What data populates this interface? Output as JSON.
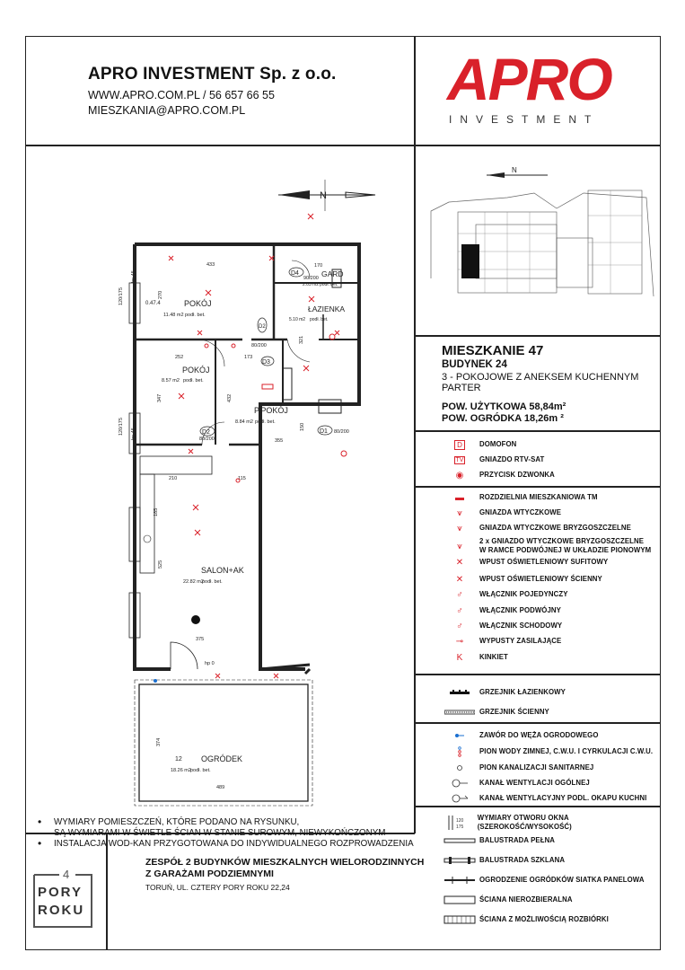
{
  "header": {
    "company": "APRO INVESTMENT Sp. z o.o.",
    "web_phone": "WWW.APRO.COM.PL / 56 657 66 55",
    "email": "MIESZKANIA@APRO.COM.PL"
  },
  "logo": {
    "word": "APRO",
    "sub": "INVESTMENT",
    "color": "#d9212a"
  },
  "apartment": {
    "title": "MIESZKANIE 47",
    "building": "BUDYNEK 24",
    "type": "3 - POKOJOWE Z ANEKSEM KUCHENNYM",
    "floor": "PARTER",
    "usable_area": "POW. UŻYTKOWA 58,84m²",
    "garden_area": "POW. OGRÓDKA 18,26m ²"
  },
  "legend": {
    "group1": [
      {
        "icon": "domofon-icon",
        "symbol": "D",
        "label": "DOMOFON"
      },
      {
        "icon": "tv-socket-icon",
        "symbol": "TV",
        "label": "GNIAZDO RTV-SAT"
      },
      {
        "icon": "doorbell-icon",
        "symbol": "◉",
        "label": "PRZYCISK DZWONKA"
      }
    ],
    "group2": [
      {
        "icon": "distribution-board-icon",
        "symbol": "▬",
        "label": "ROZDZIELNIA MIESZKANIOWA TM"
      },
      {
        "icon": "socket-icon",
        "symbol": "⩛",
        "label": "GNIAZDA WTYCZKOWE"
      },
      {
        "icon": "splashproof-socket-icon",
        "symbol": "⩛",
        "label": "GNIAZDA WTYCZKOWE BRYZGOSZCZELNE"
      },
      {
        "icon": "double-socket-icon",
        "symbol": "⩛",
        "label": "2 x GNIAZDO WTYCZKOWE BRYZGOSZCZELNE"
      },
      {
        "icon": "ceiling-light-icon",
        "symbol": "✕",
        "label": "WPUST OŚWIETLENIOWY SUFITOWY"
      },
      {
        "icon": "wall-light-icon",
        "symbol": "✕",
        "label": "WPUST OŚWIETLENIOWY ŚCIENNY"
      },
      {
        "icon": "single-switch-icon",
        "symbol": "♂",
        "label": "WŁĄCZNIK POJEDYNCZY"
      },
      {
        "icon": "double-switch-icon",
        "symbol": "♂",
        "label": "WŁĄCZNIK PODWÓJNY"
      },
      {
        "icon": "stair-switch-icon",
        "symbol": "♂",
        "label": "WŁĄCZNIK SCHODOWY"
      },
      {
        "icon": "power-outlet-icon",
        "symbol": "⊸",
        "label": "WYPUSTY ZASILAJĄCE"
      },
      {
        "icon": "kinkiet-icon",
        "symbol": "K",
        "label": "KINKIET"
      }
    ],
    "double_socket_line2": "W RAMCE PODWÓJNEJ W UKŁADZIE PIONOWYM",
    "group3": [
      {
        "icon": "bathroom-radiator-icon",
        "label": "GRZEJNIK ŁAZIENKOWY"
      },
      {
        "icon": "wall-radiator-icon",
        "label": "GRZEJNIK ŚCIENNY"
      }
    ],
    "group4": [
      {
        "icon": "garden-valve-icon",
        "label": "ZAWÓR DO WĘŻA OGRODOWEGO"
      },
      {
        "icon": "water-riser-icon",
        "label": "PION WODY ZIMNEJ, C.W.U. I CYRKULACJI C.W.U."
      },
      {
        "icon": "sewer-riser-icon",
        "label": "PION KANALIZACJI SANITARNEJ"
      },
      {
        "icon": "vent-icon",
        "label": "KANAŁ WENTYLACJI OGÓLNEJ"
      },
      {
        "icon": "hood-vent-icon",
        "label": "KANAŁ WENTYLACYJNY PODL. OKAPU KUCHNI"
      }
    ],
    "group5": [
      {
        "icon": "window-dim-icon",
        "label": "WYMIARY OTWORU OKNA (SZEROKOŚĆ/WYSOKOŚĆ)"
      },
      {
        "icon": "solid-balustrade-icon",
        "label": "BALUSTRADA PEŁNA"
      },
      {
        "icon": "glass-balustrade-icon",
        "label": "BALUSTRADA SZKLANA"
      },
      {
        "icon": "garden-fence-icon",
        "label": "OGRODZENIE OGRÓDKÓW SIATKA PANELOWA"
      },
      {
        "icon": "load-wall-icon",
        "label": "ŚCIANA NIEROZBIERALNA"
      },
      {
        "icon": "removable-wall-icon",
        "label": "ŚCIANA Z MOŻLIWOŚCIĄ ROZBIÓRKI"
      }
    ]
  },
  "notes": [
    "WYMIARY POMIESZCZEŃ, KTÓRE PODANO NA RYSUNKU,",
    "SĄ WYMIARAMI W ŚWIETLE ŚCIAN W STANIE SUROWYM, NIEWYKOŃCZONYM",
    "INSTALACJA WOD-KAN PRZYGOTOWANA DO INDYWIDUALNEGO ROZPROWADZENIA"
  ],
  "project": {
    "title_line1": "ZESPÓŁ 2 BUDYNKÓW MIESZKALNYCH WIELORODZINNYCH",
    "title_line2": "Z GARAŻAMI PODZIEMNYMI",
    "address": "TORUŃ, UL. CZTERY PORY ROKU 22,24",
    "brand_line1": "PORY",
    "brand_line2": "ROKU",
    "brand_digit": "4"
  },
  "plan": {
    "north": "N",
    "rooms": [
      {
        "name": "POKÓJ",
        "area": "11.48 m2",
        "floor": "podł. bet.",
        "no": "0.47.4"
      },
      {
        "name": "GARD",
        "area": "2.03 m2",
        "floor": "podł. bet."
      },
      {
        "name": "ŁAZIENKA",
        "area": "5.10 m2",
        "floor": "podł. bet."
      },
      {
        "name": "POKÓJ",
        "area": "8.57 m2",
        "floor": "podł. bet."
      },
      {
        "name": "P.POKÓJ",
        "area": "8.84 m2",
        "floor": "podł. bet."
      },
      {
        "name": "SALON+AK",
        "area": "22.82 m2",
        "floor": "podł. bet."
      },
      {
        "name": "OGRÓDEK",
        "area": "18.26 m2",
        "floor": "podł. bet.",
        "no": "12"
      }
    ],
    "doors": [
      "D4",
      "D2",
      "D3",
      "D2",
      "D1"
    ],
    "dims": [
      "433",
      "170",
      "252",
      "173",
      "321",
      "347",
      "432",
      "355",
      "210",
      "115",
      "525",
      "375",
      "489",
      "374",
      "270",
      "120/175",
      "120/175",
      "90/200",
      "80/200",
      "80/200",
      "80/200",
      "hp 45",
      "hp 45",
      "hp 0",
      "150",
      "185"
    ]
  }
}
